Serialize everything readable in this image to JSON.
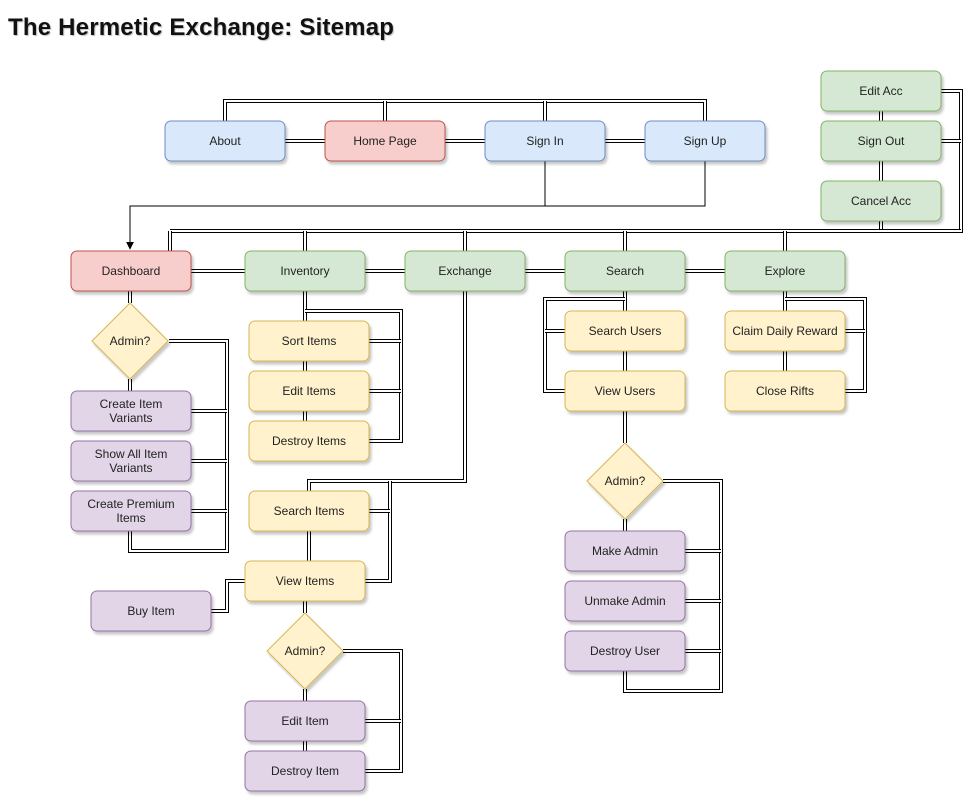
{
  "title": "The Hermetic Exchange: Sitemap",
  "colors": {
    "blue": {
      "fill": "#dae8fc",
      "stroke": "#6c8ebf"
    },
    "red": {
      "fill": "#f8cecc",
      "stroke": "#b85450"
    },
    "green": {
      "fill": "#d5e8d4",
      "stroke": "#82b366"
    },
    "yellow": {
      "fill": "#fff2cc",
      "stroke": "#d6b656"
    },
    "purple": {
      "fill": "#e1d5e7",
      "stroke": "#9673a6"
    },
    "edge": "#000000"
  },
  "nodes": [
    {
      "id": "about",
      "label": "About",
      "color": "blue"
    },
    {
      "id": "home",
      "label": "Home Page",
      "color": "red"
    },
    {
      "id": "signin",
      "label": "Sign In",
      "color": "blue"
    },
    {
      "id": "signup",
      "label": "Sign Up",
      "color": "blue"
    },
    {
      "id": "editacc",
      "label": "Edit Acc",
      "color": "green"
    },
    {
      "id": "signout",
      "label": "Sign Out",
      "color": "green"
    },
    {
      "id": "cancelacc",
      "label": "Cancel Acc",
      "color": "green"
    },
    {
      "id": "dashboard",
      "label": "Dashboard",
      "color": "red"
    },
    {
      "id": "inventory",
      "label": "Inventory",
      "color": "green"
    },
    {
      "id": "exchange",
      "label": "Exchange",
      "color": "green"
    },
    {
      "id": "search",
      "label": "Search",
      "color": "green"
    },
    {
      "id": "explore",
      "label": "Explore",
      "color": "green"
    },
    {
      "id": "admin1",
      "label": "Admin?",
      "color": "yellow",
      "shape": "diamond"
    },
    {
      "id": "createvariants",
      "label": "Create Item Variants",
      "color": "purple"
    },
    {
      "id": "showvariants",
      "label": "Show All Item Variants",
      "color": "purple"
    },
    {
      "id": "createpremium",
      "label": "Create Premium Items",
      "color": "purple"
    },
    {
      "id": "sortitems",
      "label": "Sort Items",
      "color": "yellow"
    },
    {
      "id": "edititems",
      "label": "Edit Items",
      "color": "yellow"
    },
    {
      "id": "destroyitems",
      "label": "Destroy Items",
      "color": "yellow"
    },
    {
      "id": "searchitems",
      "label": "Search Items",
      "color": "yellow"
    },
    {
      "id": "viewitems",
      "label": "View Items",
      "color": "yellow"
    },
    {
      "id": "buyitem",
      "label": "Buy Item",
      "color": "purple"
    },
    {
      "id": "admin2",
      "label": "Admin?",
      "color": "yellow",
      "shape": "diamond"
    },
    {
      "id": "edititem",
      "label": "Edit Item",
      "color": "purple"
    },
    {
      "id": "destroyitem",
      "label": "Destroy Item",
      "color": "purple"
    },
    {
      "id": "searchusers",
      "label": "Search Users",
      "color": "yellow"
    },
    {
      "id": "viewusers",
      "label": "View Users",
      "color": "yellow"
    },
    {
      "id": "admin3",
      "label": "Admin?",
      "color": "yellow",
      "shape": "diamond"
    },
    {
      "id": "makeadmin",
      "label": "Make Admin",
      "color": "purple"
    },
    {
      "id": "unmakeadmin",
      "label": "Unmake Admin",
      "color": "purple"
    },
    {
      "id": "destroyuser",
      "label": "Destroy User",
      "color": "purple"
    },
    {
      "id": "dailyreward",
      "label": "Claim Daily Reward",
      "color": "yellow"
    },
    {
      "id": "closerifts",
      "label": "Close Rifts",
      "color": "yellow"
    }
  ],
  "edges": [
    [
      "about",
      "home"
    ],
    [
      "home",
      "signin"
    ],
    [
      "signin",
      "signup"
    ],
    [
      "about",
      "signin"
    ],
    [
      "home",
      "signup"
    ],
    [
      "signin",
      "dashboard"
    ],
    [
      "signup",
      "dashboard"
    ],
    [
      "editacc",
      "signout"
    ],
    [
      "signout",
      "cancelacc"
    ],
    [
      "editacc",
      "dashboard"
    ],
    [
      "cancelacc",
      "dashboard"
    ],
    [
      "dashboard",
      "inventory"
    ],
    [
      "inventory",
      "exchange"
    ],
    [
      "exchange",
      "search"
    ],
    [
      "search",
      "explore"
    ],
    [
      "dashboard",
      "admin1"
    ],
    [
      "admin1",
      "createvariants"
    ],
    [
      "admin1",
      "showvariants"
    ],
    [
      "admin1",
      "createpremium"
    ],
    [
      "createvariants",
      "showvariants"
    ],
    [
      "showvariants",
      "createpremium"
    ],
    [
      "inventory",
      "sortitems"
    ],
    [
      "inventory",
      "edititems"
    ],
    [
      "inventory",
      "destroyitems"
    ],
    [
      "exchange",
      "searchitems"
    ],
    [
      "exchange",
      "viewitems"
    ],
    [
      "searchitems",
      "viewitems"
    ],
    [
      "viewitems",
      "buyitem"
    ],
    [
      "viewitems",
      "admin2"
    ],
    [
      "admin2",
      "edititem"
    ],
    [
      "admin2",
      "destroyitem"
    ],
    [
      "search",
      "searchusers"
    ],
    [
      "search",
      "viewusers"
    ],
    [
      "viewusers",
      "admin3"
    ],
    [
      "admin3",
      "makeadmin"
    ],
    [
      "admin3",
      "unmakeadmin"
    ],
    [
      "admin3",
      "destroyuser"
    ],
    [
      "explore",
      "dailyreward"
    ],
    [
      "explore",
      "closerifts"
    ]
  ]
}
